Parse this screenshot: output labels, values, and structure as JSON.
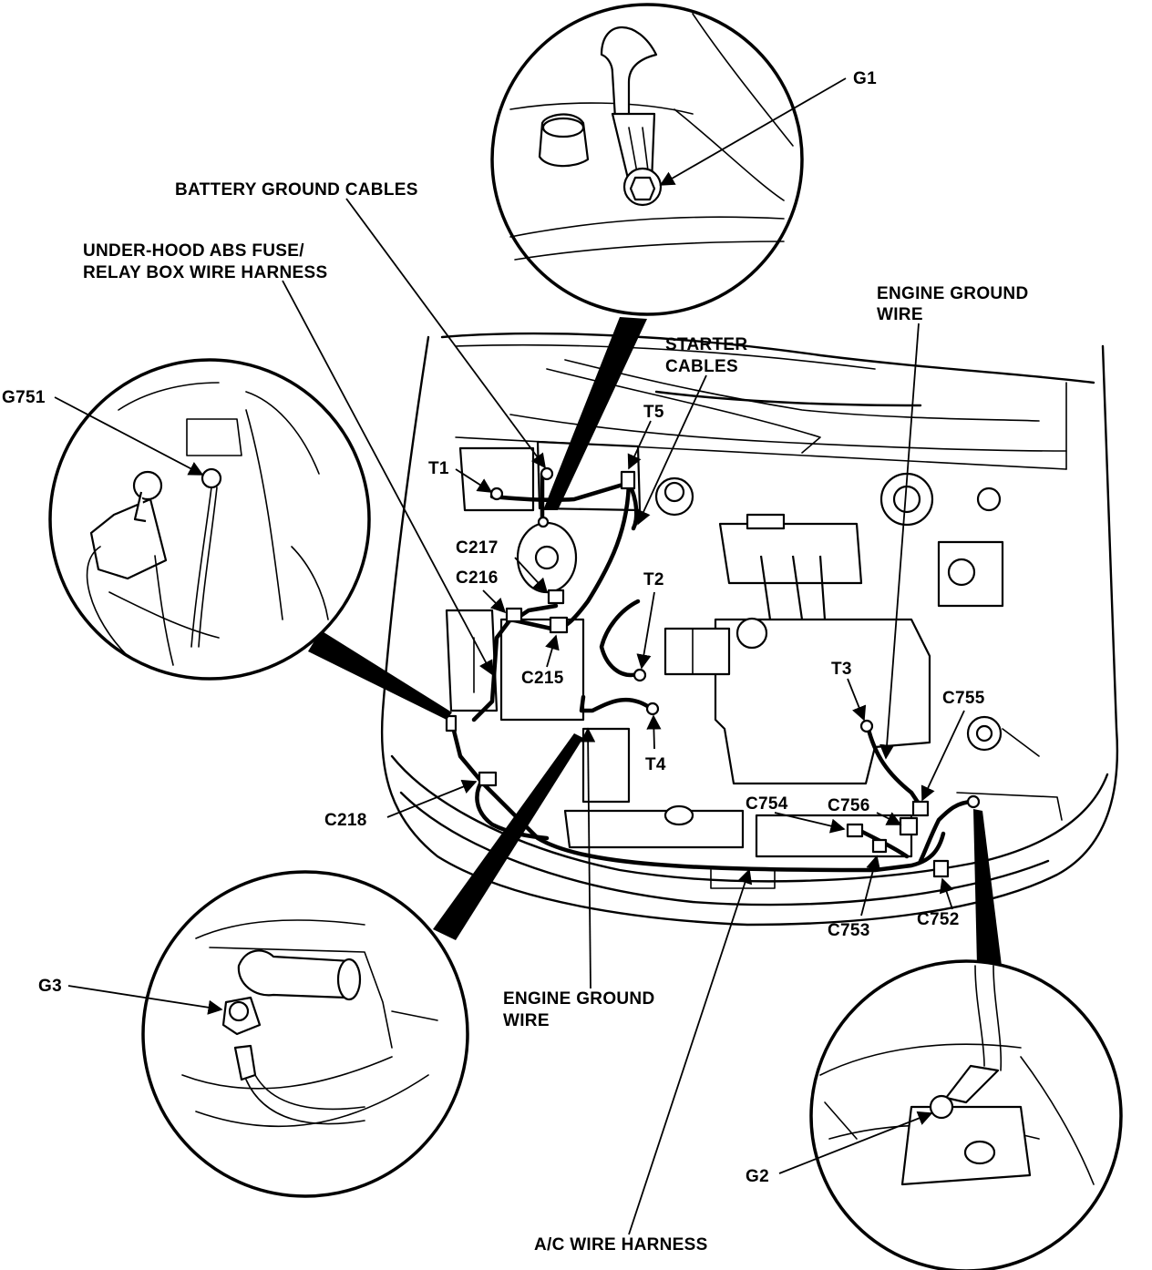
{
  "labels": {
    "g1": "G1",
    "battery_ground_cables": "BATTERY GROUND CABLES",
    "abs_harness_line1": "UNDER-HOOD ABS FUSE/",
    "abs_harness_line2": "RELAY BOX WIRE HARNESS",
    "engine_ground_wire_top_line1": "ENGINE GROUND",
    "engine_ground_wire_top_line2": "WIRE",
    "starter_cables_line1": "STARTER",
    "starter_cables_line2": "CABLES",
    "g751": "G751",
    "t5": "T5",
    "t1": "T1",
    "c217": "C217",
    "c216": "C216",
    "t2": "T2",
    "c215": "C215",
    "t3": "T3",
    "c755": "C755",
    "t4": "T4",
    "c754": "C754",
    "c756": "C756",
    "c218": "C218",
    "c753": "C753",
    "c752": "C752",
    "g3": "G3",
    "engine_ground_wire_bottom_line1": "ENGINE GROUND",
    "engine_ground_wire_bottom_line2": "WIRE",
    "g2": "G2",
    "ac_wire_harness": "A/C WIRE HARNESS"
  }
}
